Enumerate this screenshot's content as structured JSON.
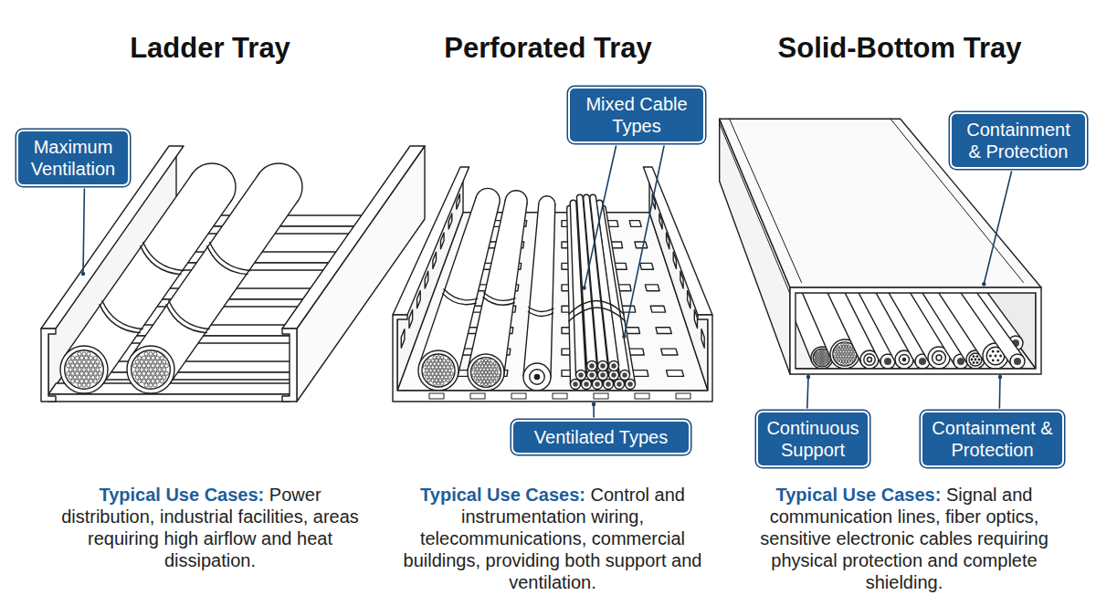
{
  "diagram": {
    "nodes": [
      {
        "text": [
          "Maximum Ventilation"
        ]
      },
      {
        "text": [
          "Mixed Cable Types"
        ]
      },
      {
        "text": [
          "Ventilated Types"
        ]
      },
      {
        "text": [
          "Containment & Protection"
        ]
      },
      {
        "text": [
          "Continuous Support"
        ]
      },
      {
        "text": [
          "Containment & Protection"
        ]
      }
    ],
    "labels": [
      "Ladder Tray",
      "Perforated Tray",
      "Solid-Bottom Tray",
      "Typical Use Cases:",
      "Power distribution, industrial facilities, areas requiring high airflow and heat dissipation.",
      "Typical Use Cases:",
      "Control and instrumentation wiring, telecommunications, commercial buildings, providing both support and ventilation.",
      "Typical Use Cases:",
      "Signal and communication lines, fiber optics, sensitive electronic cables requiring physical protection and complete shielding."
    ]
  }
}
